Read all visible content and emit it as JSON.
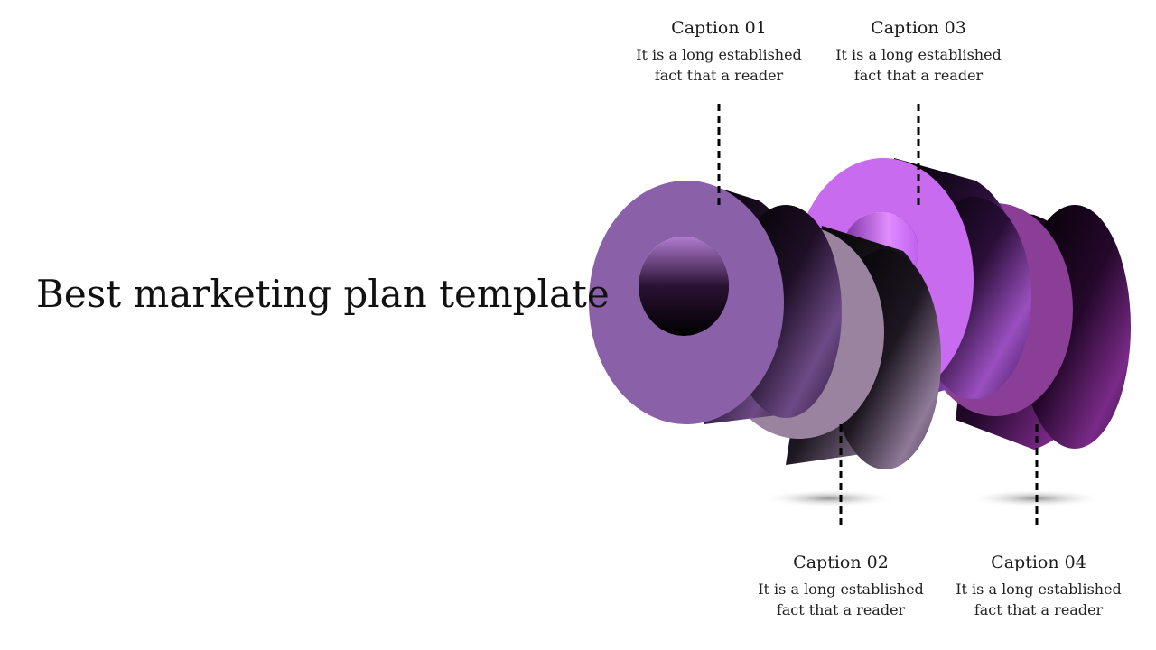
{
  "slide": {
    "title": "Best marketing plan template"
  },
  "captions": [
    {
      "id": "01",
      "title": "Caption 01",
      "body_line1": "It is a long established",
      "body_line2": "fact that  a reader"
    },
    {
      "id": "02",
      "title": "Caption 02",
      "body_line1": "It is a long established",
      "body_line2": "fact that  a reader"
    },
    {
      "id": "03",
      "title": "Caption 03",
      "body_line1": "It is a long established",
      "body_line2": "fact that  a reader"
    },
    {
      "id": "04",
      "title": "Caption 04",
      "body_line1": "It is a long established",
      "body_line2": "fact that  a reader"
    }
  ],
  "colors": {
    "cylinder_1_face": "#8A60A8",
    "cylinder_2_face": "#9A839F",
    "cylinder_3_face": "#C86BEE",
    "cylinder_4_face": "#8A3E95",
    "cylinder_body_dark": "#0a040d",
    "connector_line": "#000000"
  }
}
